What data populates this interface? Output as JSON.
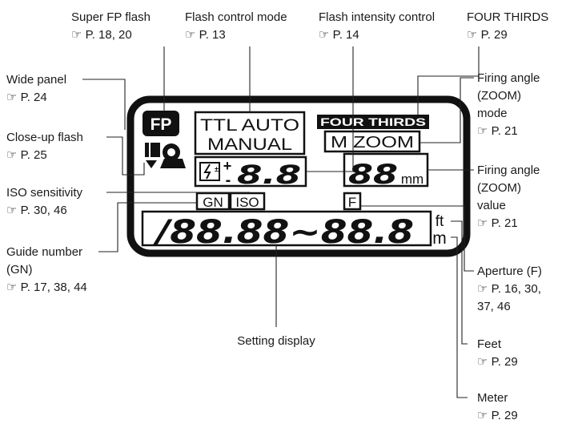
{
  "ref_symbol": "☞",
  "callouts": {
    "super_fp": {
      "label": "Super FP flash",
      "ref": "P. 18, 20"
    },
    "flash_mode": {
      "label": "Flash control mode",
      "ref": "P. 13"
    },
    "flash_intensity": {
      "label": "Flash intensity control",
      "ref": "P. 14"
    },
    "four_thirds": {
      "label": "FOUR THIRDS",
      "ref": "P. 29"
    },
    "wide_panel": {
      "label": "Wide panel",
      "ref": "P. 24"
    },
    "close_up": {
      "label": "Close-up flash",
      "ref": "P. 25"
    },
    "iso": {
      "label": "ISO sensitivity",
      "ref": "P. 30, 46"
    },
    "guide_number": {
      "label_1": "Guide number",
      "label_2": "(GN)",
      "ref": "P. 17, 38, 44"
    },
    "zoom_mode": {
      "label_1": "Firing angle",
      "label_2": "(ZOOM)",
      "label_3": "mode",
      "ref": "P. 21"
    },
    "zoom_value": {
      "label_1": "Firing angle",
      "label_2": "(ZOOM)",
      "label_3": "value",
      "ref": "P. 21"
    },
    "aperture": {
      "label": "Aperture (F)",
      "ref_1": "P. 16, 30,",
      "ref_2": "37, 46"
    },
    "setting_display": {
      "label": "Setting display"
    },
    "feet": {
      "label": "Feet",
      "ref": "P. 29"
    },
    "meter": {
      "label": "Meter",
      "ref": "P. 29"
    }
  },
  "lcd": {
    "fp": "FP",
    "ttl_auto": "TTL AUTO",
    "manual": "MANUAL",
    "four_thirds": "FOUR THIRDS",
    "m_zoom": "M ZOOM",
    "plus": "+",
    "minus": "-",
    "intensity_digits": "8.8",
    "zoom_digits": "88",
    "mm": "mm",
    "gn": "GN",
    "iso": "ISO",
    "f": "F",
    "main_digits": "/88.88~88.8",
    "ft": "ft",
    "m": "m"
  }
}
